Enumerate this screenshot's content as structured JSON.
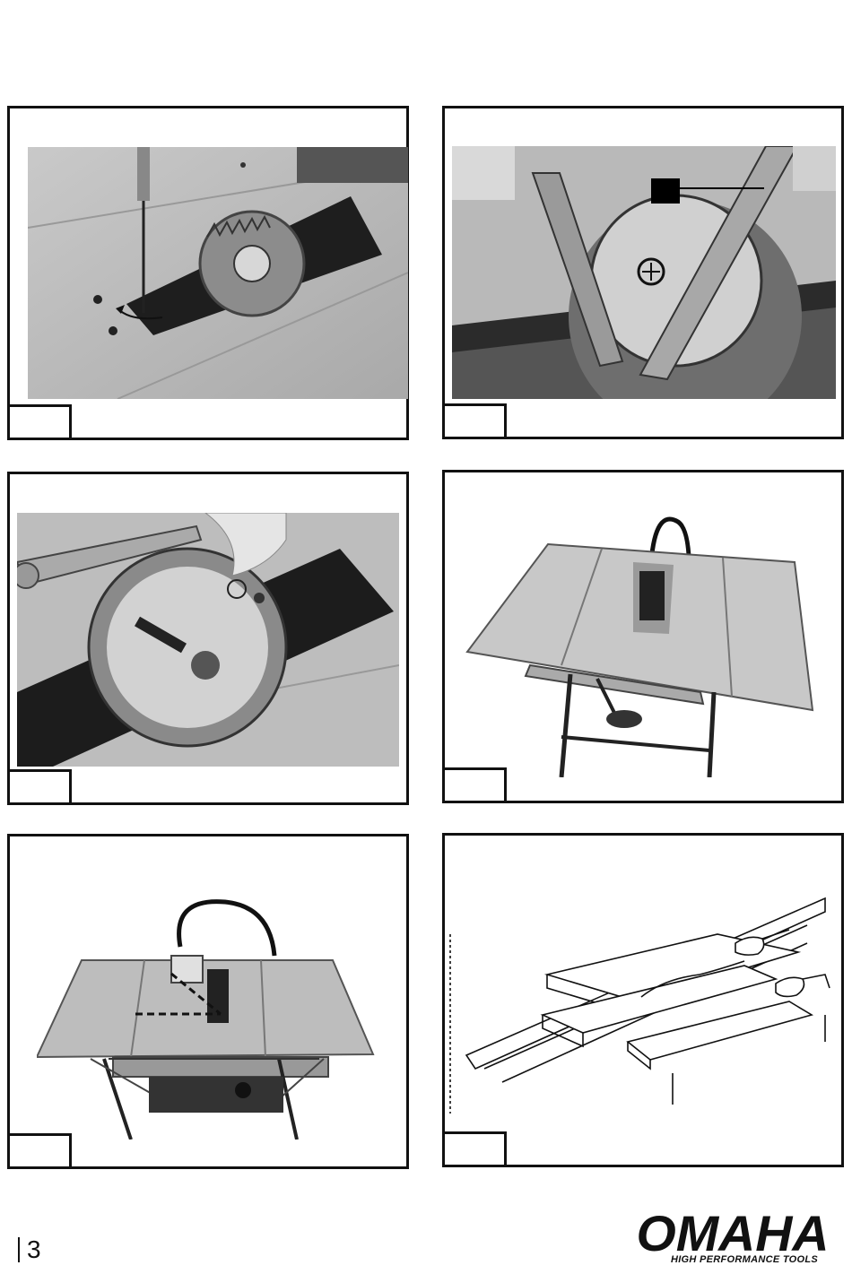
{
  "figures": [
    {
      "id": "fig-1",
      "label": ""
    },
    {
      "id": "fig-2",
      "label": ""
    },
    {
      "id": "fig-3",
      "label": ""
    },
    {
      "id": "fig-4",
      "label": ""
    },
    {
      "id": "fig-5",
      "label": ""
    },
    {
      "id": "fig-6",
      "label": ""
    }
  ],
  "footer": {
    "page_number": "3",
    "brand": "OMAHA",
    "tagline": "HIGH PERFORMANCE TOOLS"
  },
  "colors": {
    "ink": "#111111",
    "photo_gray": "#b5b5b5",
    "photo_dark": "#2a2a2a"
  }
}
